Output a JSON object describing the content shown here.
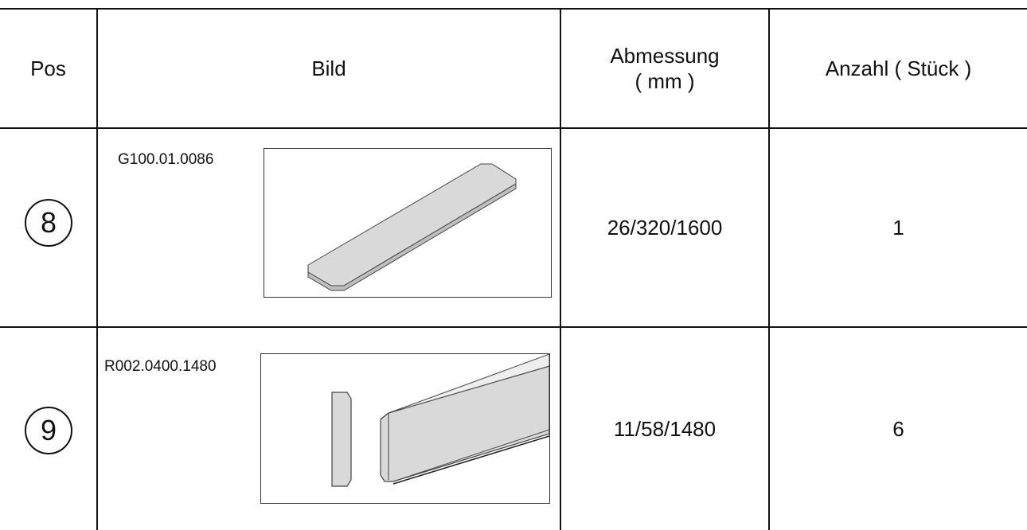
{
  "headers": {
    "pos": "Pos",
    "bild": "Bild",
    "abmessung": "Abmessung",
    "abmessung_unit": "( mm )",
    "anzahl": "Anzahl ( Stück )"
  },
  "rows": [
    {
      "pos": "8",
      "code": "G100.01.0086",
      "image_icon": "board-panel-icon",
      "abmessung": "26/320/1600",
      "anzahl": "1"
    },
    {
      "pos": "9",
      "code": "R002.0400.1480",
      "image_icon": "profile-rail-icon",
      "abmessung": "11/58/1480",
      "anzahl": "6"
    }
  ],
  "colors": {
    "line": "#111111",
    "part_fill": "#d9d9d9",
    "part_stroke": "#444444"
  }
}
